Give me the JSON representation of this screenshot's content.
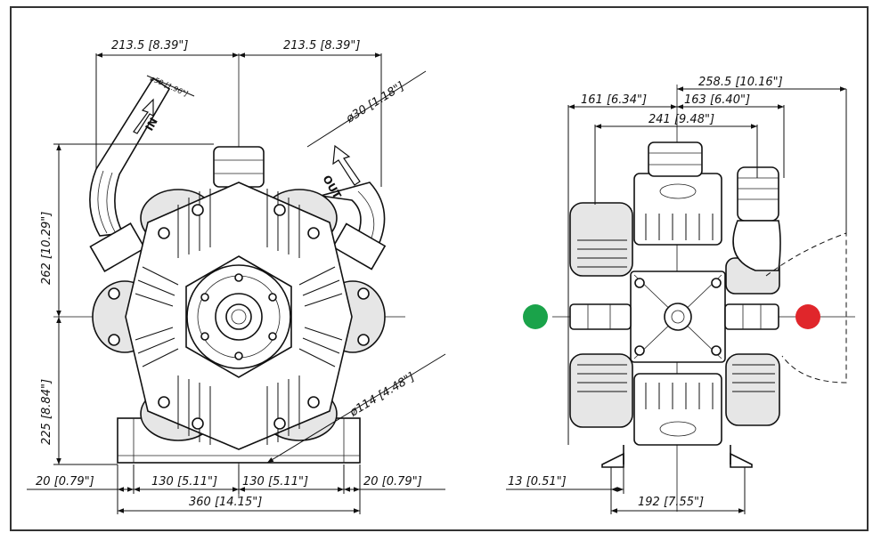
{
  "dimensions": {
    "front_width_left": "213.5 [8.39\"]",
    "front_width_right": "213.5 [8.39\"]",
    "inlet_diameter": "ø50 [1.96\"]",
    "inlet_label": "IN",
    "outlet_diameter": "ø30 [1.18\"]",
    "outlet_label": "OUT",
    "height_upper": "262 [10.29\"]",
    "height_lower": "225 [8.84\"]",
    "shaft_diameter": "ø114 [4.48\"]",
    "foot_offset_left": "20 [0.79\"]",
    "foot_span_left": "130 [5.11\"]",
    "foot_span_right": "130 [5.11\"]",
    "foot_offset_right": "20 [0.79\"]",
    "overall_base": "360 [14.15\"]",
    "side_total": "258.5 [10.16\"]",
    "side_left": "161 [6.34\"]",
    "side_right": "163 [6.40\"]",
    "side_body": "241 [9.48\"]",
    "side_foot_thickness": "13 [0.51\"]",
    "side_base": "192 [7.55\"]"
  },
  "markers": {
    "left_color": "#1aa34a",
    "right_color": "#e0262b"
  },
  "colors": {
    "line": "#111111",
    "frame": "#333333"
  }
}
